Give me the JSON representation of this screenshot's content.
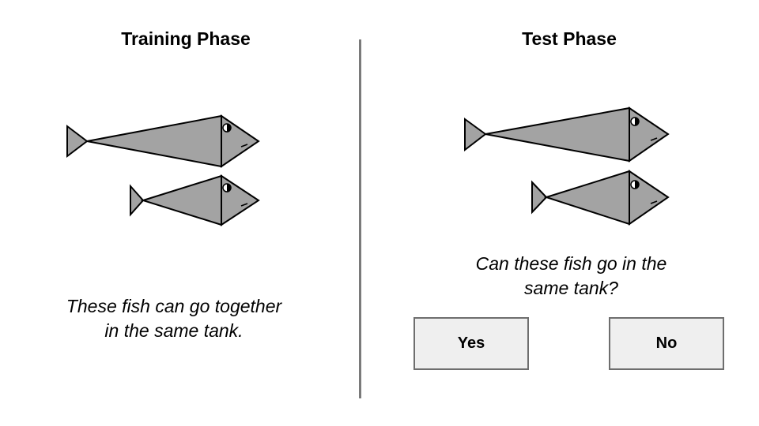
{
  "training": {
    "title": "Training Phase",
    "caption_line1": "These fish can go together",
    "caption_line2": "in the same tank."
  },
  "test": {
    "title": "Test Phase",
    "question_line1": "Can these fish go in the",
    "question_line2": "same tank?",
    "yes_label": "Yes",
    "no_label": "No"
  },
  "colors": {
    "fish_fill": "#a3a3a3",
    "fish_outline": "#000000",
    "divider": "#7a7a7a",
    "button_fill": "#efefef",
    "button_border": "#6e6e6e"
  }
}
